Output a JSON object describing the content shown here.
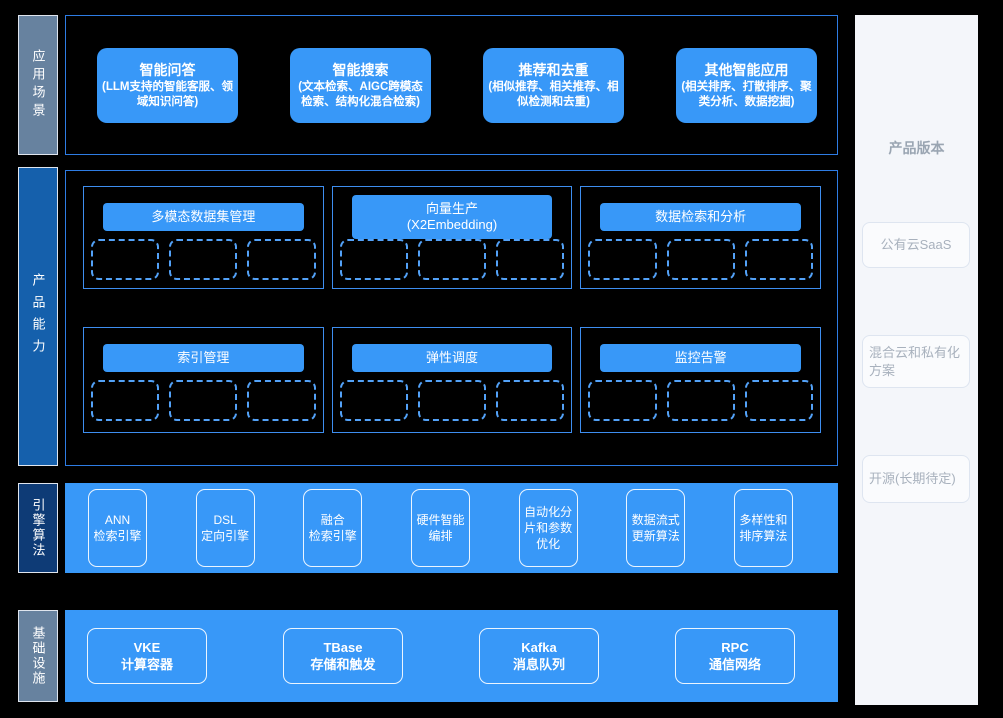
{
  "colors": {
    "background": "#000000",
    "accent_blue": "#3898f8",
    "section_border": "#2e7ce4",
    "group_border": "#3e8ef0",
    "dashed_border": "#53a2f8",
    "label_slate": "#67829f",
    "label_medium_blue": "#1560ac",
    "label_navy": "#0e3b76",
    "panel_bg": "#f4f6fa",
    "panel_text": "#a8b1bd"
  },
  "layer_labels": {
    "scenarios": "应用场景",
    "capability": "产品能力",
    "engine": "引擎算法",
    "infra": "基础设施"
  },
  "scenarios": {
    "boxes": [
      {
        "title": "智能问答",
        "subtitle": "(LLM支持的智能客服、领域知识问答)"
      },
      {
        "title": "智能搜索",
        "subtitle": "(文本检索、AIGC跨模态检索、结构化混合检索)"
      },
      {
        "title": "推荐和去重",
        "subtitle": "(相似推荐、相关推荐、相似检测和去重)"
      },
      {
        "title": "其他智能应用",
        "subtitle": "(相关排序、打散排序、聚类分析、数据挖掘)"
      }
    ]
  },
  "capability": {
    "groups": [
      {
        "title": "多模态数据集管理"
      },
      {
        "title": "向量生产\n(X2Embedding)"
      },
      {
        "title": "数据检索和分析"
      },
      {
        "title": "索引管理"
      },
      {
        "title": "弹性调度"
      },
      {
        "title": "监控告警"
      }
    ]
  },
  "engine": {
    "items": [
      "ANN\n检索引擎",
      "DSL\n定向引擎",
      "融合\n检索引擎",
      "硬件智能\n编排",
      "自动化分\n片和参数\n优化",
      "数据流式\n更新算法",
      "多样性和\n排序算法"
    ]
  },
  "infra": {
    "items": [
      "VKE\n计算容器",
      "TBase\n存储和触发",
      "Kafka\n消息队列",
      "RPC\n通信网络"
    ]
  },
  "versions": {
    "title": "产品版本",
    "items": [
      "公有云SaaS",
      "混合云和私有化方案",
      "开源(长期待定)"
    ]
  }
}
